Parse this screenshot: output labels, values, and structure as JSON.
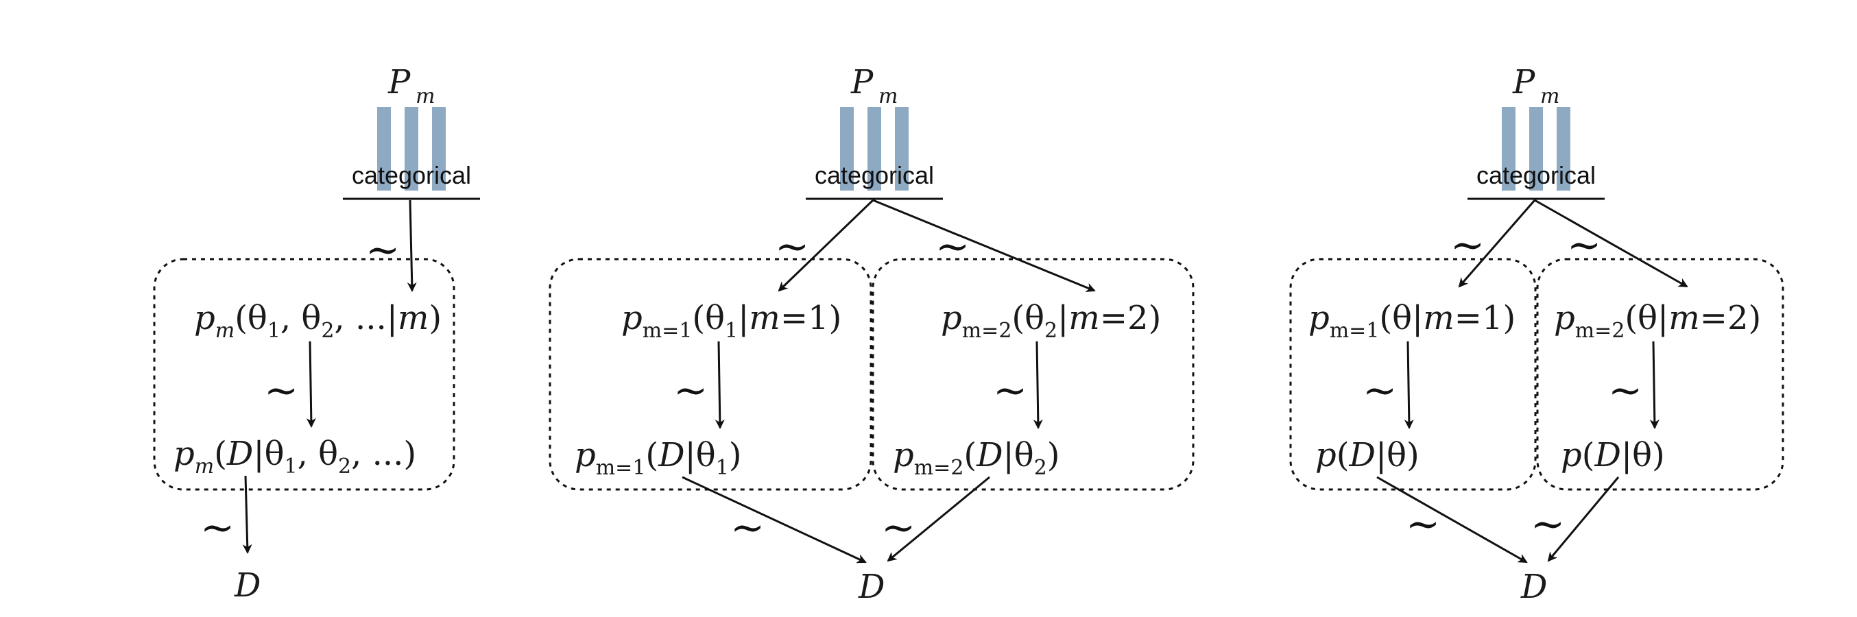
{
  "diagram": {
    "prior_symbol": "P",
    "prior_subscript": "m",
    "categorical_label": "categorical",
    "tilde": "~",
    "data_symbol": "D",
    "panel1": {
      "param_p": "p",
      "param_sub": "m",
      "param_args": "(θ",
      "param_args_sub1": "1",
      "param_args_mid": ", θ",
      "param_args_sub2": "2",
      "param_args_end": ", ...|",
      "param_m": "m",
      "param_close": ")",
      "lik_p": "p",
      "lik_sub": "m",
      "lik_open": "(",
      "lik_D": "D",
      "lik_bar": "|θ",
      "lik_sub1": "1",
      "lik_mid": ", θ",
      "lik_sub2": "2",
      "lik_end": ", ...)"
    },
    "panel2": {
      "left_param_p": "p",
      "left_param_sub": "m=1",
      "left_param_open": "(θ",
      "left_param_sub1": "1",
      "left_param_bar": "|",
      "left_param_m": "m",
      "left_param_eq": "=1)",
      "left_lik_p": "p",
      "left_lik_sub": "m=1",
      "left_lik_open": "(",
      "left_lik_D": "D",
      "left_lik_bar": "|θ",
      "left_lik_sub1": "1",
      "left_lik_close": ")",
      "right_param_p": "p",
      "right_param_sub": "m=2",
      "right_param_open": "(θ",
      "right_param_sub2": "2",
      "right_param_bar": "|",
      "right_param_m": "m",
      "right_param_eq": "=2)",
      "right_lik_p": "p",
      "right_lik_sub": "m=2",
      "right_lik_open": "(",
      "right_lik_D": "D",
      "right_lik_bar": "|θ",
      "right_lik_sub2": "2",
      "right_lik_close": ")"
    },
    "panel3": {
      "left_param_p": "p",
      "left_param_sub": "m=1",
      "left_param_open": "(θ|",
      "left_param_m": "m",
      "left_param_eq": "=1)",
      "left_lik_p": "p",
      "left_lik_open": "(",
      "left_lik_D": "D",
      "left_lik_close": "|θ)",
      "right_param_p": "p",
      "right_param_sub": "m=2",
      "right_param_open": "(θ|",
      "right_param_m": "m",
      "right_param_eq": "=2)",
      "right_lik_p": "p",
      "right_lik_open": "(",
      "right_lik_D": "D",
      "right_lik_close": "|θ)"
    },
    "colors": {
      "bar": "#8eaac3",
      "ink": "#111111"
    }
  }
}
